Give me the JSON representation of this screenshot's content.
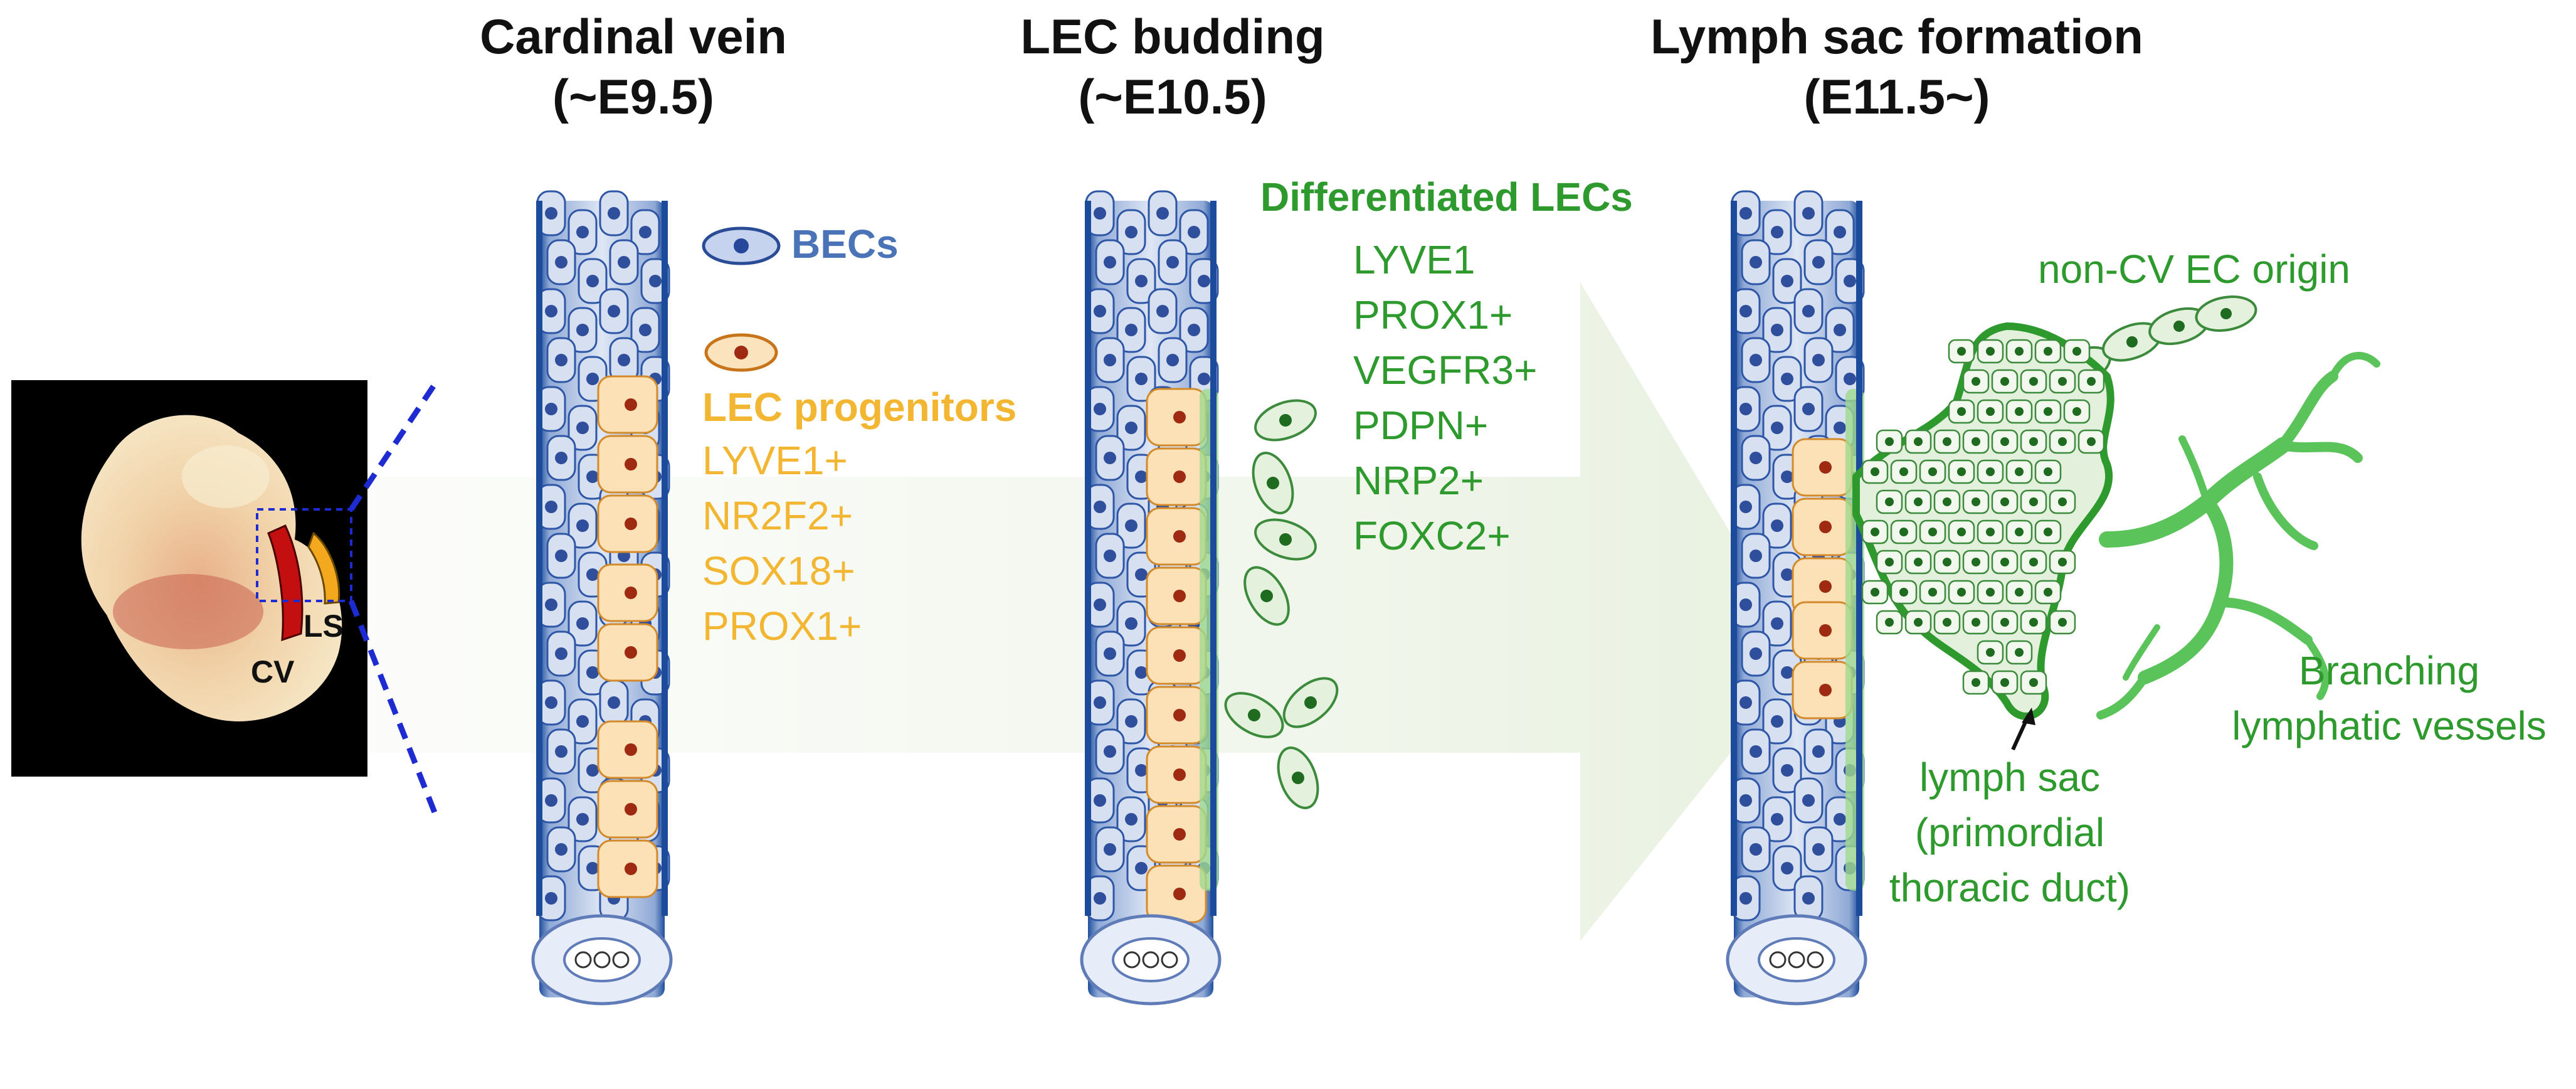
{
  "stages": [
    {
      "title": "Cardinal vein",
      "subtitle": "(~E9.5)"
    },
    {
      "title": "LEC budding",
      "subtitle": "(~E10.5)"
    },
    {
      "title": "Lymph sac formation",
      "subtitle": "(E11.5~)"
    }
  ],
  "embryo": {
    "cv_label": "CV",
    "ls_label": "LS"
  },
  "legend": {
    "bec_label": "BECs",
    "progenitor_title": "LEC progenitors"
  },
  "progenitor_markers": [
    "LYVE1+",
    "NR2F2+",
    "SOX18+",
    "PROX1+"
  ],
  "differentiated": {
    "title": "Differentiated LECs",
    "markers": [
      "LYVE1",
      "PROX1+",
      "VEGFR3+",
      "PDPN+",
      "NRP2+",
      "FOXC2+"
    ]
  },
  "lymph_sac": {
    "non_cv_label": "non-CV EC origin",
    "sac_label": [
      "lymph sac",
      "(primordial",
      "thoracic duct)"
    ],
    "branching_label": [
      "Branching",
      "lymphatic vessels"
    ]
  },
  "colors": {
    "bec": "#4a73b8",
    "progenitor": "#f2b632",
    "lec_green": "#2e9a2e",
    "arrow_fill": "#eef5e8"
  }
}
